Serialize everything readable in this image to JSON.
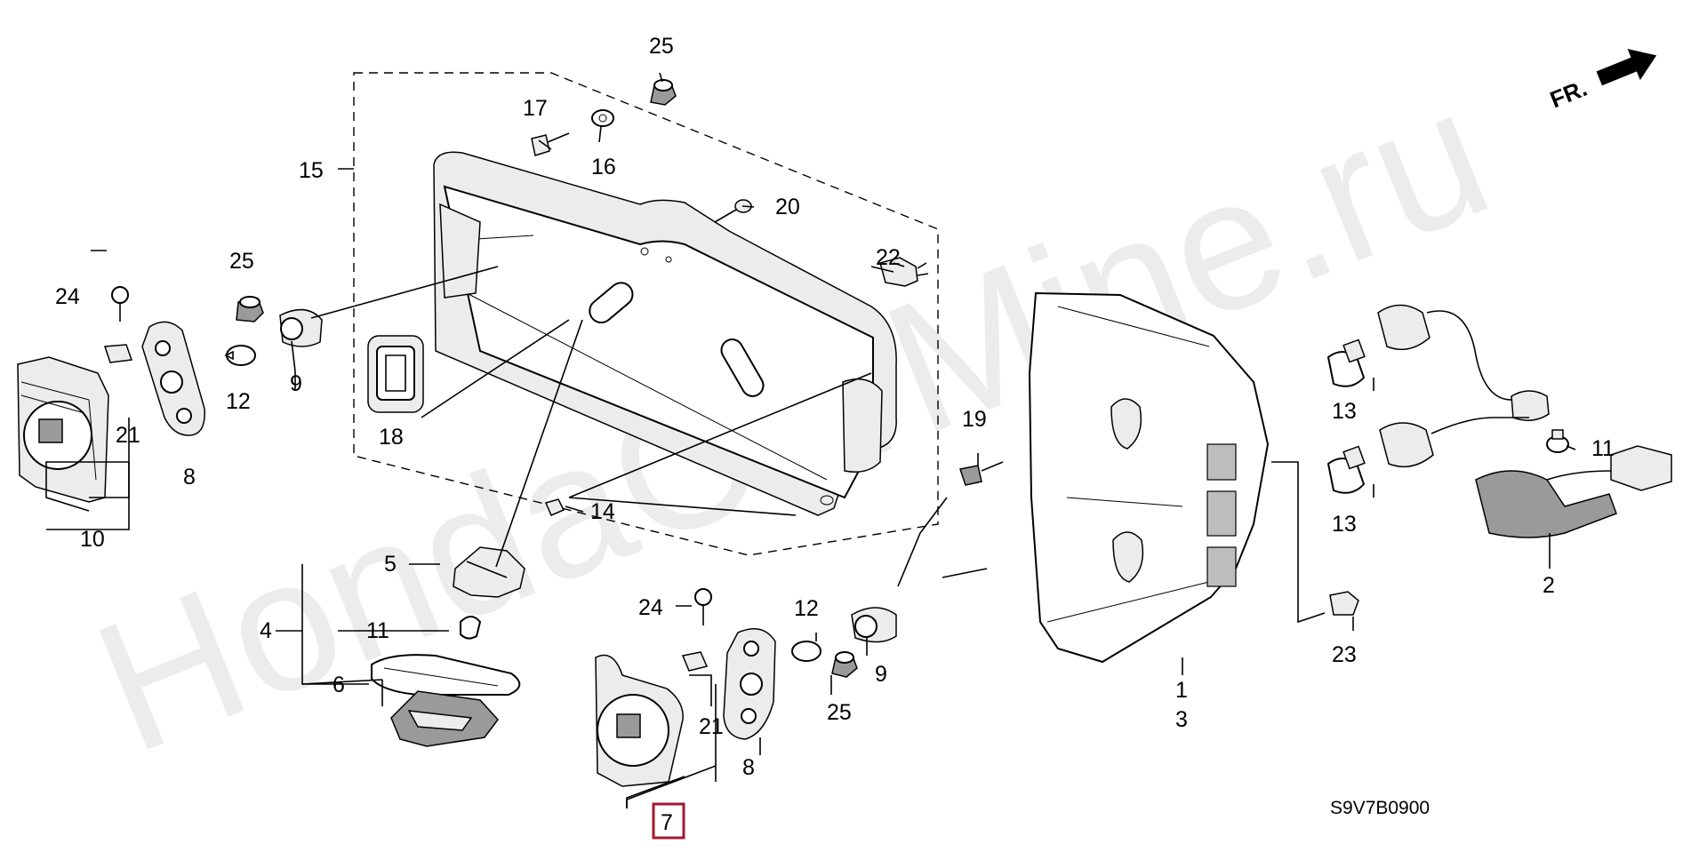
{
  "watermark": "HondaCarMine.ru",
  "diagram_code": "S9V7B0900",
  "direction_label": "FR.",
  "highlighted_callout": "7",
  "highlight_color": "#a11a2e",
  "callouts": {
    "c1": "1",
    "c2": "2",
    "c3": "3",
    "c4": "4",
    "c5": "5",
    "c6": "6",
    "c7": "7",
    "c8a": "8",
    "c8b": "8",
    "c9a": "9",
    "c9b": "9",
    "c10": "10",
    "c11a": "11",
    "c11b": "11",
    "c12a": "12",
    "c12b": "12",
    "c13a": "13",
    "c13b": "13",
    "c14": "14",
    "c15": "15",
    "c16": "16",
    "c17": "17",
    "c18": "18",
    "c19": "19",
    "c20": "20",
    "c21a": "21",
    "c21b": "21",
    "c22": "22",
    "c23": "23",
    "c24a": "24",
    "c24b": "24",
    "c25a": "25",
    "c25b": "25",
    "c25c": "25"
  }
}
